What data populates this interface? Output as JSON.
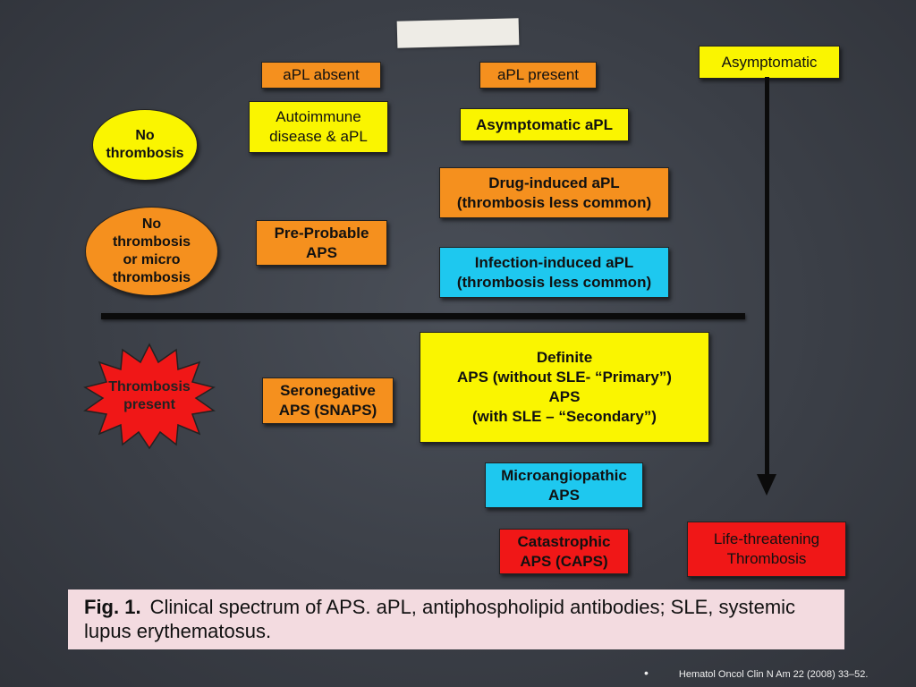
{
  "header": {
    "apl_absent": "aPL absent",
    "apl_present": "aPL present",
    "asymptomatic": "Asymptomatic"
  },
  "left_labels": {
    "no_thrombosis": "No\nthrombosis",
    "no_or_micro": "No\nthrombosis\nor micro\nthrombosis",
    "thrombosis_present": "Thrombosis\npresent"
  },
  "boxes": {
    "autoimmune": "Autoimmune\ndisease & aPL",
    "asymptomatic_apl": "Asymptomatic aPL",
    "drug_induced": "Drug-induced aPL\n(thrombosis less common)",
    "pre_probable": "Pre-Probable\nAPS",
    "infection_induced": "Infection-induced aPL\n(thrombosis less common)",
    "seronegative": "Seronegative\nAPS (SNAPS)",
    "definite": "Definite\nAPS (without SLE- “Primary”)\nAPS\n(with SLE – “Secondary”)",
    "microangiopathic": "Microangiopathic\nAPS",
    "catastrophic": "Catastrophic\nAPS (CAPS)",
    "life_threatening": "Life-threatening\nThrombosis"
  },
  "caption": {
    "fig": "Fig. 1.",
    "text": "Clinical spectrum of APS. aPL, antiphospholipid antibodies; SLE, systemic lupus erythematosus."
  },
  "citation": {
    "bullet": "•",
    "text": "Hematol Oncol Clin N Am 22 (2008) 33–52."
  },
  "colors": {
    "orange": "#f5901e",
    "yellow": "#faf500",
    "cyan": "#1ec8ef",
    "red": "#f01717",
    "background": "#3b3f47"
  }
}
